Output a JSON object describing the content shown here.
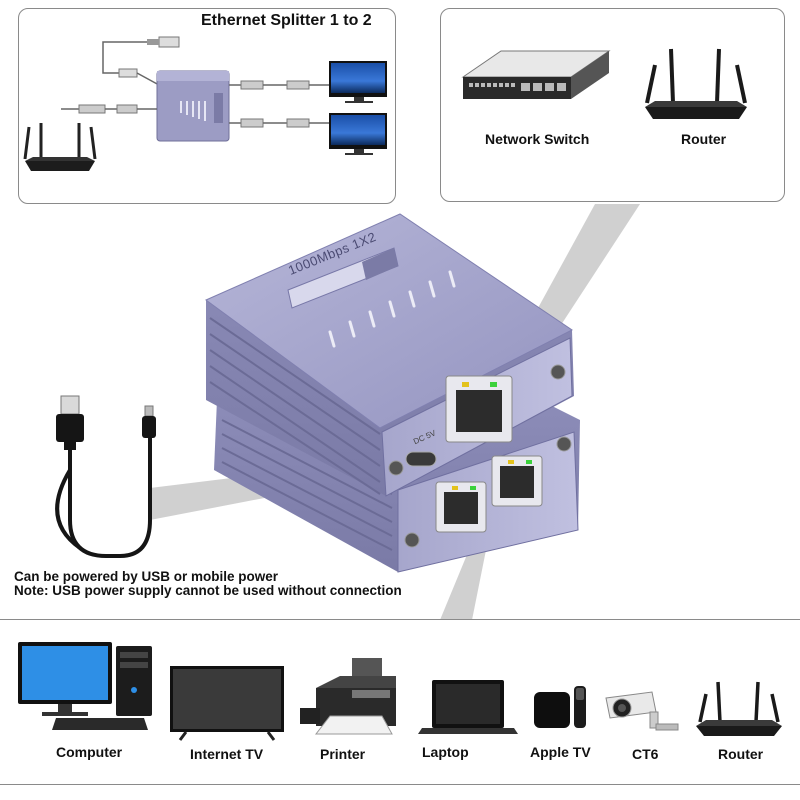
{
  "diagram": {
    "title": "Ethernet Splitter 1 to 2",
    "device_face_label": "1000Mbps 1X2",
    "port_label_dc": "DC 5V"
  },
  "connect_targets": [
    {
      "label": "Network Switch",
      "icon": "network-switch-icon"
    },
    {
      "label": "Router",
      "icon": "router-icon"
    }
  ],
  "power_notes": {
    "line1": "Can be powered by USB or mobile power",
    "line2": "Note: USB power supply cannot be used without connection"
  },
  "devices": [
    {
      "label": "Computer",
      "icon": "computer-icon"
    },
    {
      "label": "Internet TV",
      "icon": "tv-icon"
    },
    {
      "label": "Printer",
      "icon": "printer-icon"
    },
    {
      "label": "Laptop",
      "icon": "laptop-icon"
    },
    {
      "label": "Apple TV",
      "icon": "apple-tv-icon"
    },
    {
      "label": "CT6",
      "icon": "camera-icon"
    },
    {
      "label": "Router",
      "icon": "router-icon"
    }
  ],
  "colors": {
    "device_body": "#9c9cc4",
    "device_dark": "#7b7ba6",
    "callout_gray": "#c8c8c8",
    "led_green": "#3bd13b",
    "led_yellow": "#e3c21c"
  }
}
